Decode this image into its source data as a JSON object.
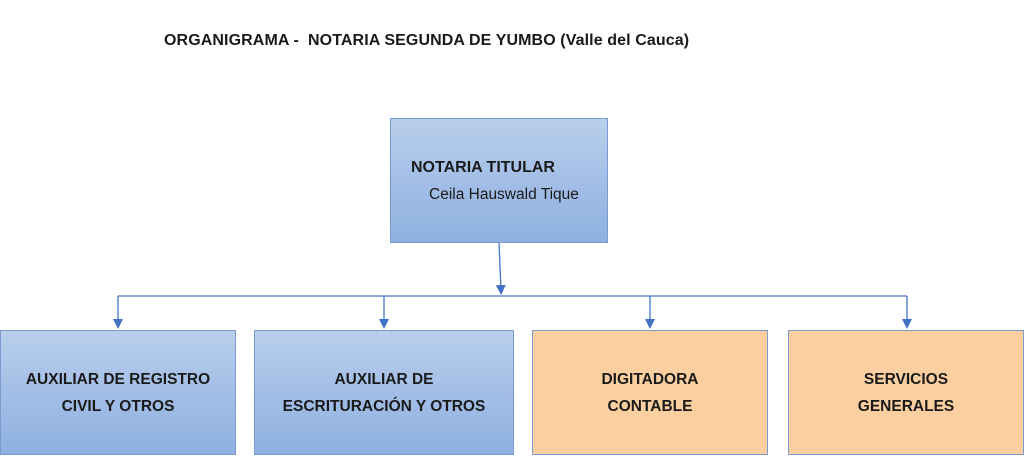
{
  "title": "ORGANIGRAMA -  NOTARIA SEGUNDA DE YUMBO (Valle del Cauca)",
  "top": {
    "role": "NOTARIA TITULAR",
    "name": "Ceila Hauswald Tique"
  },
  "children": [
    {
      "line1": "AUXILIAR DE REGISTRO",
      "line2": "CIVIL Y OTROS",
      "fill": "#a1bde6"
    },
    {
      "line1": "AUXILIAR DE",
      "line2": "ESCRITURACIÓN Y OTROS",
      "fill": "#a1bde6"
    },
    {
      "line1": "DIGITADORA",
      "line2": "CONTABLE",
      "fill": "#fbcf9f"
    },
    {
      "line1": "SERVICIOS",
      "line2": "GENERALES",
      "fill": "#fbcf9f"
    }
  ],
  "connector_color": "#4472c4"
}
